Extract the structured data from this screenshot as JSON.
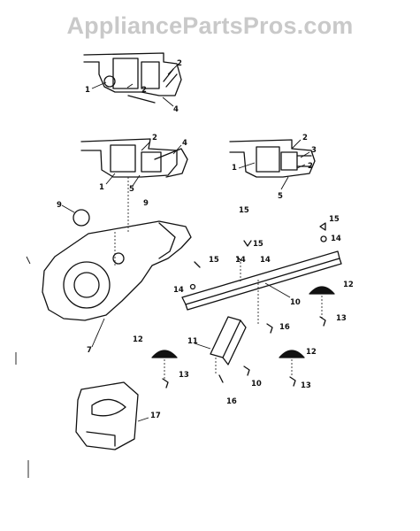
{
  "watermark": "AppliancePartsPros.com",
  "colors": {
    "line": "#111111",
    "watermark": "#c9c9c9",
    "background": "#ffffff"
  },
  "labels": {
    "a1": "1",
    "a2": "2",
    "a3": "2",
    "a4": "4",
    "b1": "1",
    "b2": "2",
    "b3": "4",
    "b4": "5",
    "b5": "9",
    "c1": "1",
    "c2": "2",
    "c3": "3",
    "c4": "2",
    "c5": "5",
    "d1": "9",
    "d2": "15",
    "d3": "7",
    "e1": "15",
    "e2": "14",
    "e3": "15",
    "e4": "14",
    "e5": "15",
    "e6": "14",
    "e7": "14",
    "e8": "12",
    "e9": "10",
    "e10": "13",
    "e11": "16",
    "f1": "11",
    "f2": "12",
    "f3": "13",
    "f4": "10",
    "f5": "16",
    "f6": "12",
    "f7": "13",
    "g1": "17"
  }
}
